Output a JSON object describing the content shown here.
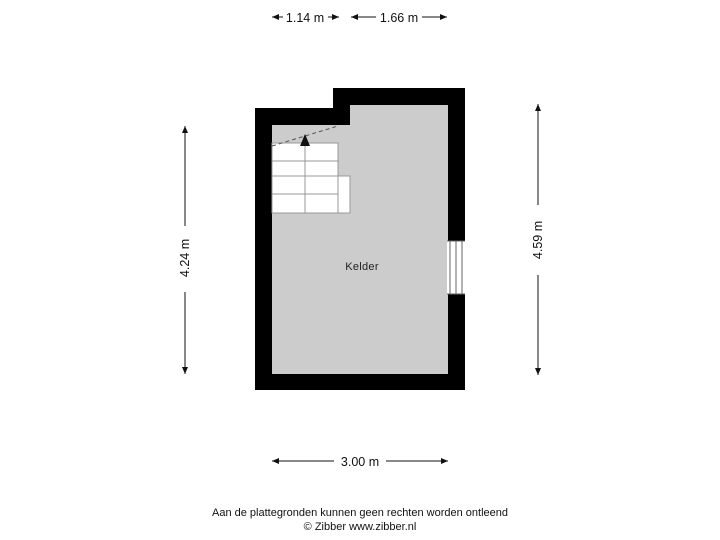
{
  "floorplan": {
    "room_label": "Kelder",
    "dimensions": {
      "top_left": "1.14 m",
      "top_right": "1.66 m",
      "left_height": "4.24 m",
      "right_height": "4.59 m",
      "bottom_width": "3.00 m"
    },
    "colors": {
      "wall": "#000000",
      "floor": "#cccccc",
      "stair": "#ffffff",
      "dimension_line": "#111111"
    }
  },
  "footer": {
    "disclaimer": "Aan de plattegronden kunnen geen rechten worden ontleend",
    "copyright": "© Zibber www.zibber.nl"
  }
}
